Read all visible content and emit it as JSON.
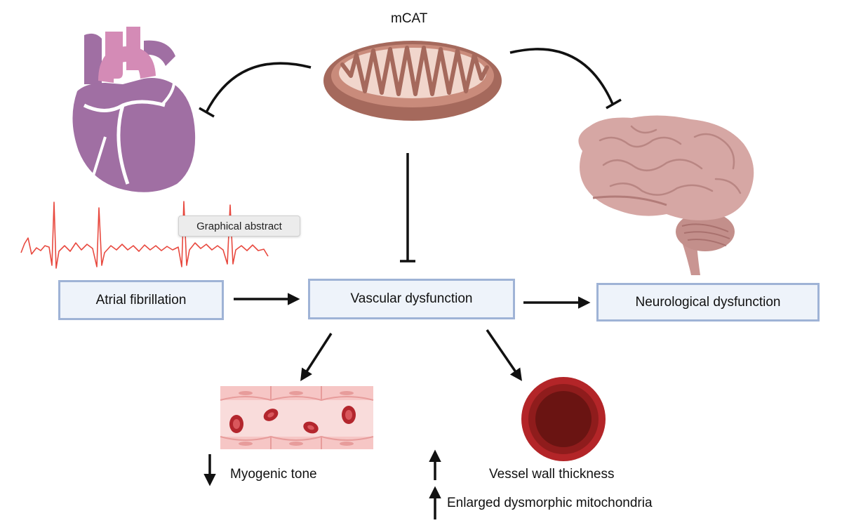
{
  "title": "mCAT",
  "nodes": {
    "atrial": "Atrial fibrillation",
    "vascular": "Vascular dysfunction",
    "neuro": "Neurological dysfunction"
  },
  "outcomes": {
    "myogenic": "Myogenic tone",
    "vessel_wall": "Vessel wall thickness",
    "mitochondria": "Enlarged dysmorphic mitochondria"
  },
  "tooltip": "Graphical abstract",
  "colors": {
    "box_fill": "#eef3fa",
    "box_border": "#9fb3d6",
    "heart": "#a06fa3",
    "heart_vessel": "#d48bb6",
    "ecg": "#e8493f",
    "mito_outer": "#a5695c",
    "mito_inner": "#f1d6cc",
    "brain": "#d6a7a4",
    "vessel_wall": "#b32528",
    "vessel_lumen": "#6a1412",
    "rbc": "#b3262d",
    "arrow": "#111111"
  }
}
